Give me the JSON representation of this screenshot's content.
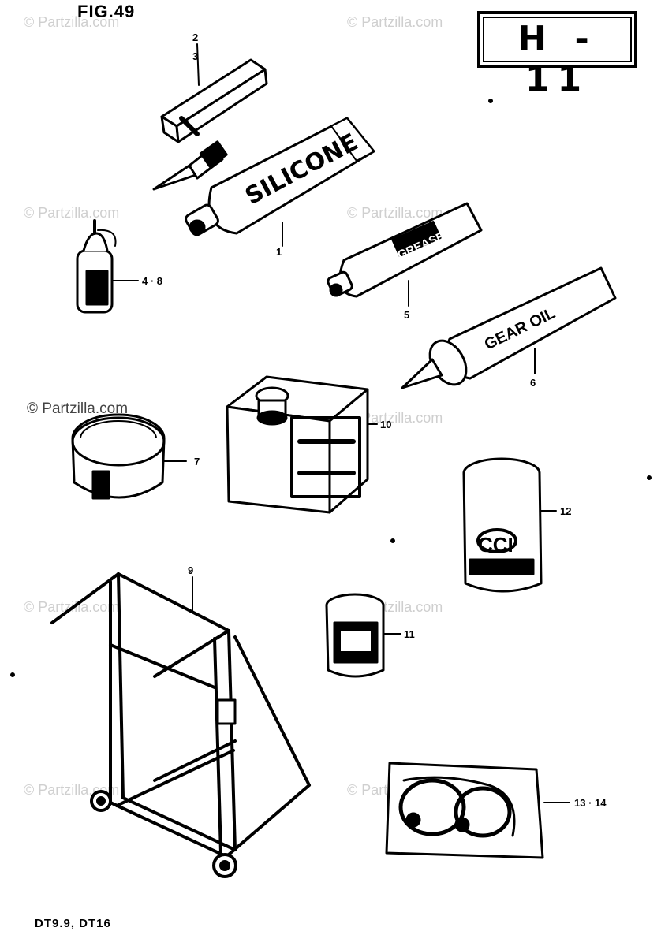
{
  "figure": {
    "title": "FIG.49"
  },
  "section": {
    "code": "H - 11"
  },
  "footer": {
    "models": "DT9.9, DT16"
  },
  "watermark": {
    "text": "© Partzilla.com"
  },
  "callouts": [
    {
      "id": "c2",
      "label": "2"
    },
    {
      "id": "c3",
      "label": "3"
    },
    {
      "id": "c1",
      "label": "1"
    },
    {
      "id": "c48",
      "label": "4 · 8"
    },
    {
      "id": "c5",
      "label": "5"
    },
    {
      "id": "c6",
      "label": "6"
    },
    {
      "id": "c10",
      "label": "10"
    },
    {
      "id": "c7",
      "label": "7"
    },
    {
      "id": "c12",
      "label": "12"
    },
    {
      "id": "c9",
      "label": "9"
    },
    {
      "id": "c11",
      "label": "11"
    },
    {
      "id": "c1314",
      "label": "13 · 14"
    }
  ],
  "product_labels": {
    "silicone": "SILICONE",
    "grease": "GREASE",
    "gear_oil": "GEAR OIL",
    "ccl": "CCI"
  }
}
